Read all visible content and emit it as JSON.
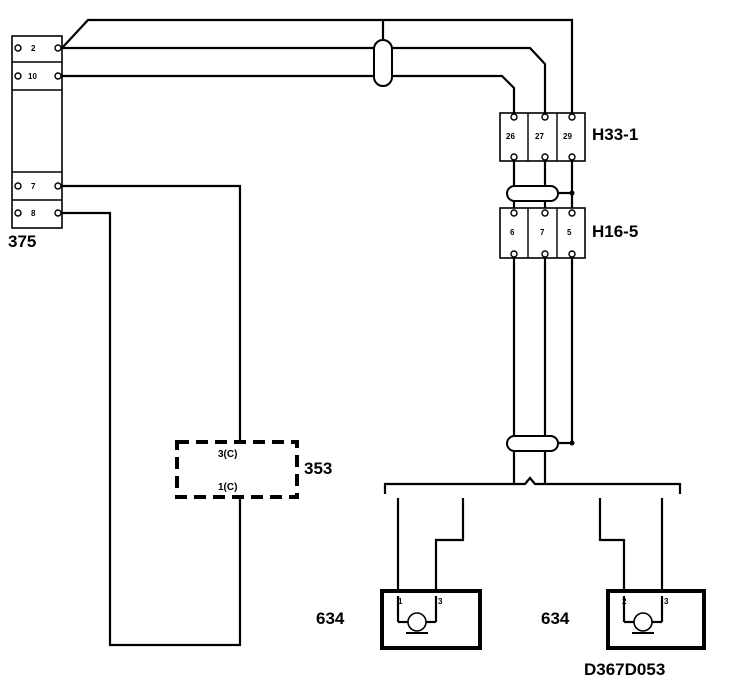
{
  "connector_375": {
    "label": "375",
    "pins": [
      "2",
      "10",
      "7",
      "8"
    ]
  },
  "connector_h33": {
    "label": "H33-1",
    "pins": [
      "26",
      "27",
      "29"
    ]
  },
  "connector_h16": {
    "label": "H16-5",
    "pins": [
      "6",
      "7",
      "5"
    ]
  },
  "component_353": {
    "label": "353",
    "pin_top": "3(C)",
    "pin_bottom": "1(C)"
  },
  "sensor_left": {
    "label": "634",
    "pin_a": "1",
    "pin_b": "3"
  },
  "sensor_right": {
    "label": "634",
    "pin_a": "2",
    "pin_b": "3"
  },
  "figure_id": "D367D053"
}
